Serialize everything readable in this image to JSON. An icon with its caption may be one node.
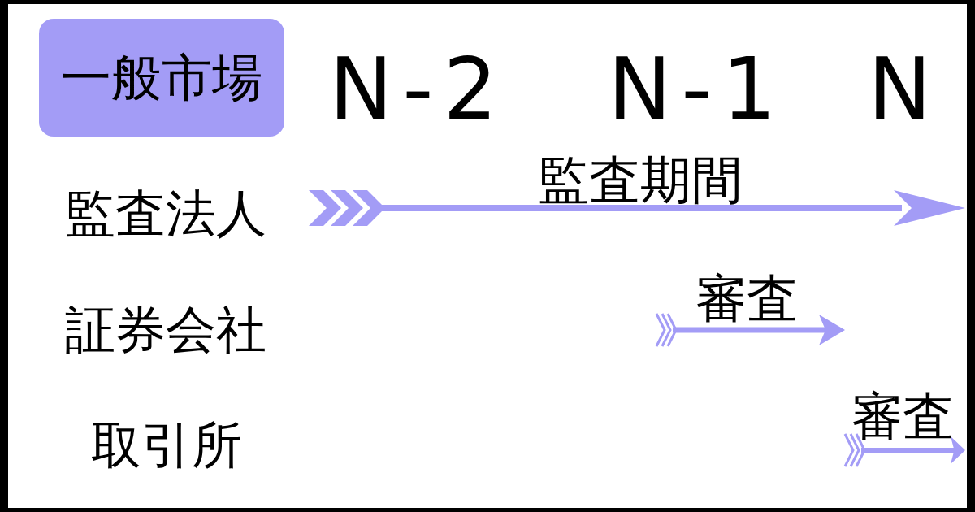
{
  "diagram": {
    "nodes": [
      {
        "text": [
          "一般市場"
        ]
      }
    ],
    "labels": [
      "N-2",
      "N-1",
      "N",
      "監査法人",
      "監査期間",
      "証券会社",
      "審査",
      "取引所",
      "審査"
    ]
  }
}
